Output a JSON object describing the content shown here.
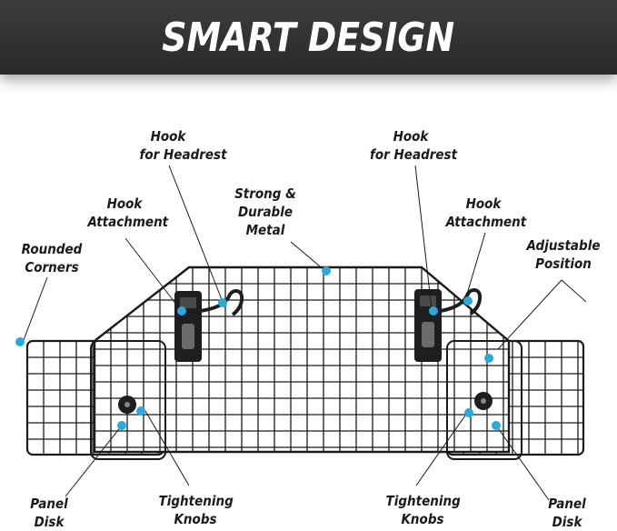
{
  "banner": {
    "title": "SMART DESIGN"
  },
  "labels": {
    "hook_headrest_left": [
      "Hook",
      "for Headrest"
    ],
    "hook_headrest_right": [
      "Hook",
      "for Headrest"
    ],
    "hook_attachment_left": [
      "Hook",
      "Attachment"
    ],
    "hook_attachment_right": [
      "Hook",
      "Attachment"
    ],
    "strong_metal": [
      "Strong &",
      "Durable",
      "Metal"
    ],
    "rounded_corners": [
      "Rounded",
      "Corners"
    ],
    "adjustable_position": [
      "Adjustable",
      "Position"
    ],
    "tightening_knobs_left": [
      "Tightening",
      "Knobs"
    ],
    "tightening_knobs_right": [
      "Tightening",
      "Knobs"
    ],
    "panel_disk_left": [
      "Panel",
      "Disk"
    ],
    "panel_disk_right": [
      "Panel",
      "Disk"
    ]
  },
  "colors": {
    "banner": "#333333",
    "marker": "#29a9df",
    "frame": "#1a1a1a"
  }
}
